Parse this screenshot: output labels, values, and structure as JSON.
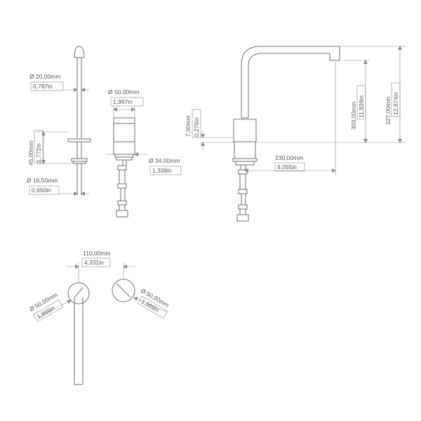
{
  "dimensions": {
    "lever_diameter": {
      "mm": "Ø 20,00mm",
      "in": "0,787in"
    },
    "body_diameter": {
      "mm": "Ø 50,00mm",
      "in": "1,967in"
    },
    "lever_height": {
      "mm": "45,00mm",
      "in": "1,772in"
    },
    "body_base_diameter": {
      "mm": "Ø 34,00mm",
      "in": "1,339in"
    },
    "lever_base_diameter": {
      "mm": "Ø 16,50mm",
      "in": "0,650in"
    },
    "flange_thickness": {
      "mm": "7,00mm",
      "in": "0,276in"
    },
    "spout_height": {
      "mm": "303,00mm",
      "in": "11,929in"
    },
    "total_height": {
      "mm": "327,00mm",
      "in": "12,874in"
    },
    "spout_reach": {
      "mm": "230,00mm",
      "in": "9,055in"
    },
    "hole_spacing": {
      "mm": "110,00mm",
      "in": "4,331in"
    },
    "left_rosette_diameter": {
      "mm": "Ø 50,00mm",
      "in": "1,969in"
    },
    "right_rosette_diameter": {
      "mm": "Ø 50,00mm",
      "in": "1,969in"
    }
  },
  "colors": {
    "line": "#6f6f6f",
    "dimension": "#8a8a8a",
    "text": "#555555"
  }
}
